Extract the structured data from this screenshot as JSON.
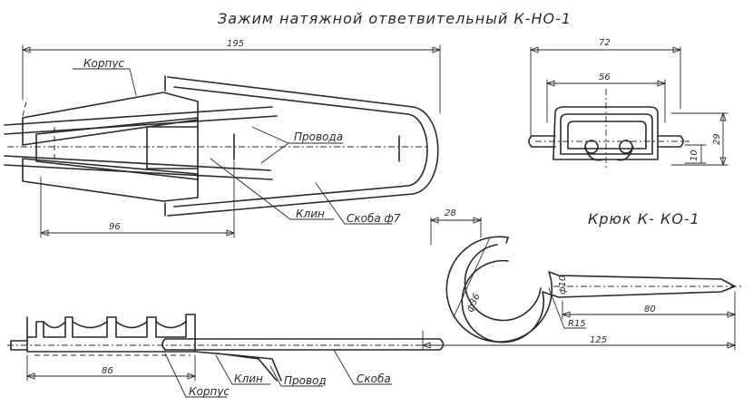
{
  "titles": {
    "main": "Зажим  натяжной ответвительный К-НО-1",
    "hook": "Крюк К- КО-1"
  },
  "labels": {
    "korpus_top": "Корпус",
    "provoda": "Провода",
    "klin_top": "Клин",
    "skoba_top": "Скоба ф7",
    "korpus_bottom": "Корпус",
    "klin_bottom": "Клин",
    "provod_bottom": "Провод",
    "skoba_bottom": "Скоба"
  },
  "dimensions": {
    "top_length": "195",
    "top_inner": "96",
    "side_width": "72",
    "side_inner": "56",
    "side_height": "29",
    "side_small": "10",
    "bottom_length": "86",
    "hook_width": "28",
    "hook_diameter": "ф36",
    "hook_rod": "ф10",
    "hook_shank": "80",
    "hook_radius": "R15",
    "hook_total": "125"
  }
}
